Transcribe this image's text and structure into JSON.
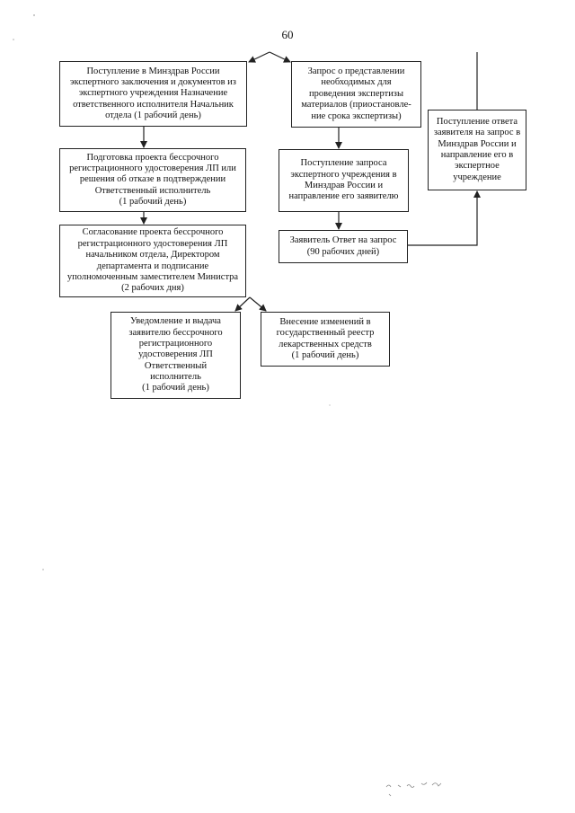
{
  "page": {
    "number": "60"
  },
  "flowchart": {
    "receipt_of_conclusion": "Поступление в Минздрав России\nэкспертного заключения и документов из\nэкспертного учреждения Назначение\nответственного исполнителя Начальник\nотдела (1 рабочий день)",
    "request_materials": "Запрос о представлении\nнеобходимых для\nпроведения экспертизы\nматериалов (приостановле-\nние срока экспертизы)",
    "prepare_certificate": "Подготовка проекта бессрочного\nрегистрационного удостоверения ЛП или\nрешения об отказе в подтверждении\nОтветственный исполнитель\n(1 рабочий день)",
    "request_received": "Поступление запроса\nэкспертного учреждения в\nМинздрав России и\nнаправление его заявителю",
    "applicant_answer_received": "Поступление ответа\nзаявителя на запрос в\nМинздрав России и\nнаправление его в\nэкспертное\nучреждение",
    "approval": "Согласование проекта бессрочного\nрегистрационного удостоверения ЛП\nначальником отдела, Директором\nдепартамента и подписание\nуполномоченным заместителем Министра\n(2 рабочих дня)",
    "applicant_answer": "Заявитель Ответ на запрос\n(90 рабочих дней)",
    "notify_issue": "Уведомление и выдача\nзаявителю бессрочного\nрегистрационного\nудостоверения ЛП\nОтветственный\nисполнитель\n(1 рабочий день)",
    "register_changes": "Внесение изменений в\nгосударственный реестр\nлекарственных средств\n(1 рабочий день)"
  },
  "colors": {
    "line": "#222222",
    "border": "#222222",
    "background": "#ffffff"
  }
}
